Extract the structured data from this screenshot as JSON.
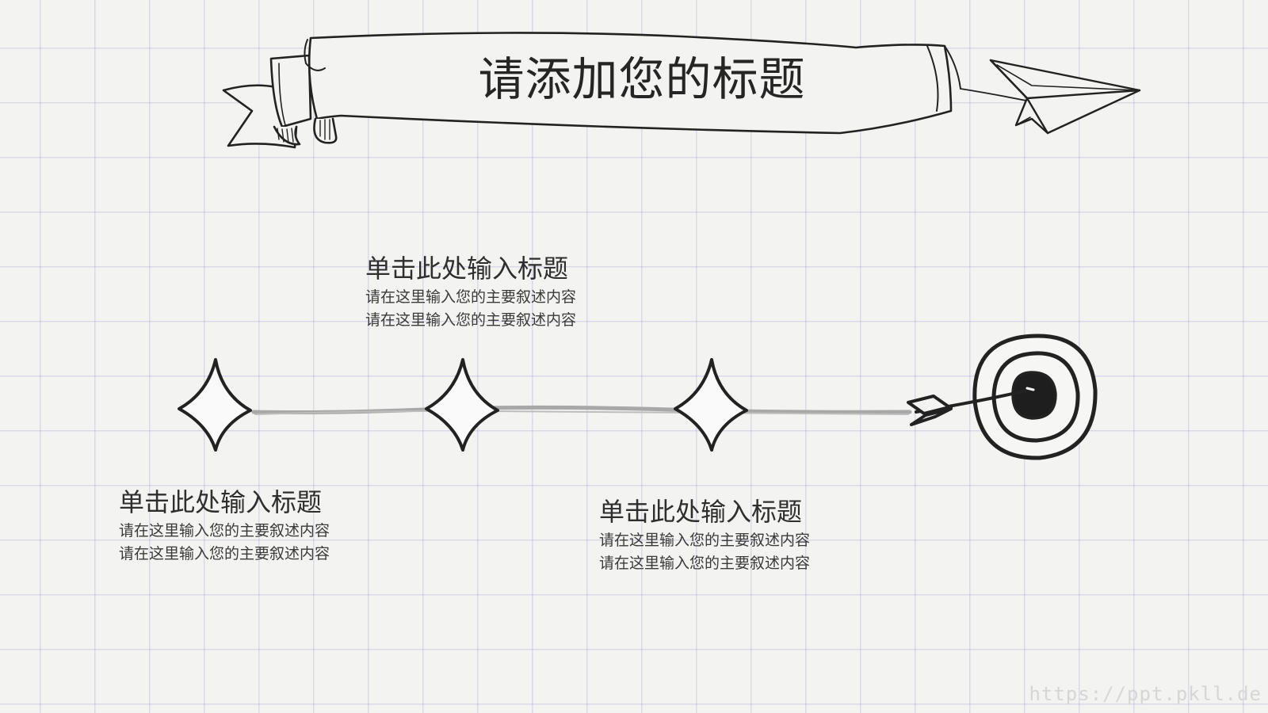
{
  "slide": {
    "title": "请添加您的标题"
  },
  "items": [
    {
      "heading": "单击此处输入标题",
      "lines": [
        "请在这里输入您的主要叙述内容",
        "请在这里输入您的主要叙述内容"
      ]
    },
    {
      "heading": "单击此处输入标题",
      "lines": [
        "请在这里输入您的主要叙述内容",
        "请在这里输入您的主要叙述内容"
      ]
    },
    {
      "heading": "单击此处输入标题",
      "lines": [
        "请在这里输入您的主要叙述内容",
        "请在这里输入您的主要叙述内容"
      ]
    }
  ],
  "watermark": "https://ppt.pkll.de",
  "icons": [
    "ribbon-banner-icon",
    "paper-plane-icon",
    "sparkle-icon",
    "arrow-icon",
    "target-icon"
  ],
  "colors": {
    "background": "#f3f3f1",
    "grid": "#9696cd",
    "ink": "#222222",
    "timeline": "#a8a8a8"
  }
}
